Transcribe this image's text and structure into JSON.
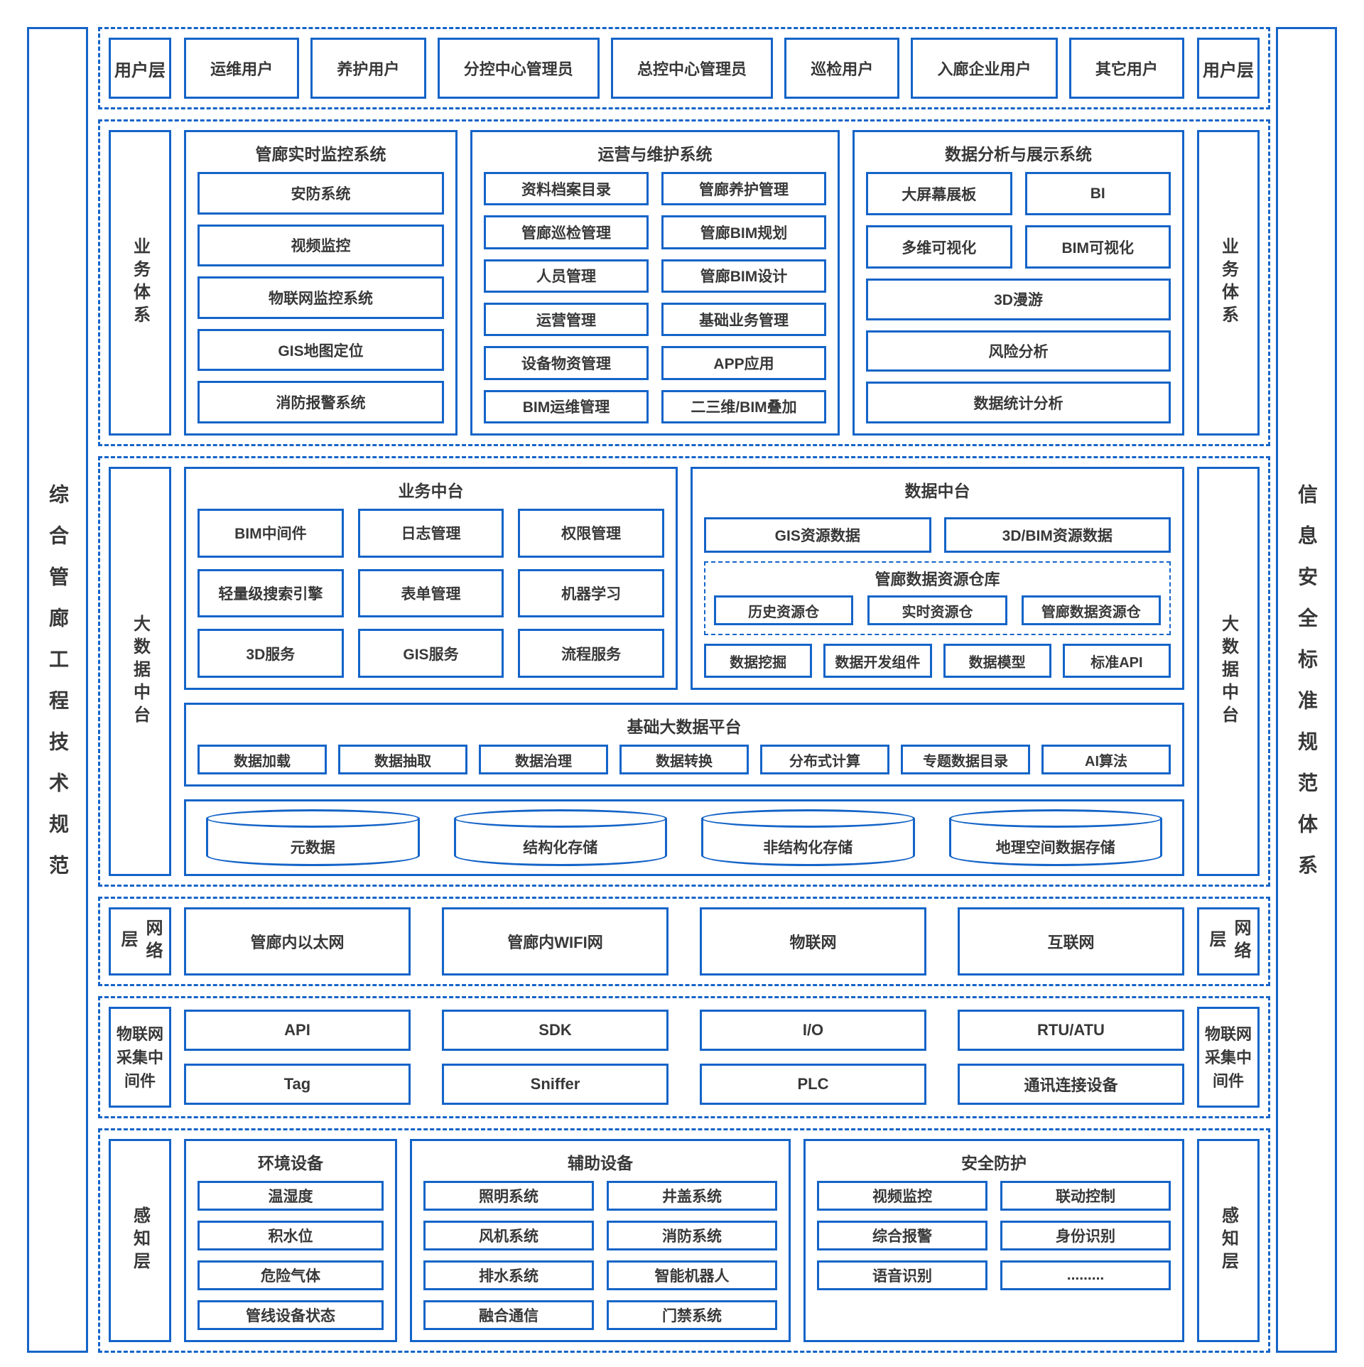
{
  "colors": {
    "accent": "#1464c8",
    "text": "#383838"
  },
  "left_bar": {
    "label": "综合管廊工程技术规范"
  },
  "right_bar": {
    "label": "信息安全标准规范体系"
  },
  "user_layer": {
    "label_left": "用户层",
    "label_right": "用户层",
    "items": [
      "运维用户",
      "养护用户",
      "分控中心管理员",
      "总控中心管理员",
      "巡检用户",
      "入廊企业用户",
      "其它用户"
    ]
  },
  "business_layer": {
    "label_left": "业务体系",
    "label_right": "业务体系",
    "monitor": {
      "title": "管廊实时监控系统",
      "items": [
        "安防系统",
        "视频监控",
        "物联网监控系统",
        "GIS地图定位",
        "消防报警系统"
      ]
    },
    "operation": {
      "title": "运营与维护系统",
      "items": [
        "资料档案目录",
        "管廊养护管理",
        "管廊巡检管理",
        "管廊BIM规划",
        "人员管理",
        "管廊BIM设计",
        "运营管理",
        "基础业务管理",
        "设备物资管理",
        "APP应用",
        "BIM运维管理",
        "二三维/BIM叠加"
      ]
    },
    "analysis": {
      "title": "数据分析与展示系统",
      "grid_items": [
        "大屏幕展板",
        "BI",
        "多维可视化",
        "BIM可视化"
      ],
      "full_items": [
        "3D漫游",
        "风险分析",
        "数据统计分析"
      ]
    }
  },
  "bigdata_layer": {
    "label_left": "大数据中台",
    "label_right": "大数据中台",
    "business_mid": {
      "title": "业务中台",
      "items": [
        "BIM中间件",
        "日志管理",
        "权限管理",
        "轻量级搜索引擎",
        "表单管理",
        "机器学习",
        "3D服务",
        "GIS服务",
        "流程服务"
      ]
    },
    "data_mid": {
      "title": "数据中台",
      "top_items": [
        "GIS资源数据",
        "3D/BIM资源数据"
      ],
      "warehouse": {
        "title": "管廊数据资源仓库",
        "items": [
          "历史资源仓",
          "实时资源仓",
          "管廊数据资源仓"
        ]
      },
      "bottom_items": [
        "数据挖掘",
        "数据开发组件",
        "数据模型",
        "标准API"
      ]
    },
    "platform": {
      "title": "基础大数据平台",
      "items": [
        "数据加载",
        "数据抽取",
        "数据治理",
        "数据转换",
        "分布式计算",
        "专题数据目录",
        "AI算法"
      ]
    },
    "storage": {
      "items": [
        "元数据",
        "结构化存储",
        "非结构化存储",
        "地理空间数据存储"
      ]
    }
  },
  "network_layer": {
    "label_left": "网络层",
    "label_right": "网络层",
    "items": [
      "管廊内以太网",
      "管廊内WIFI网",
      "物联网",
      "互联网"
    ]
  },
  "iot_layer": {
    "label_left": "物联网采集中间件",
    "label_right": "物联网采集中间件",
    "items": [
      "API",
      "SDK",
      "I/O",
      "RTU/ATU",
      "Tag",
      "Sniffer",
      "PLC",
      "通讯连接设备"
    ]
  },
  "perception_layer": {
    "label_left": "感知层",
    "label_right": "感知层",
    "env": {
      "title": "环境设备",
      "items": [
        "温湿度",
        "积水位",
        "危险气体",
        "管线设备状态"
      ]
    },
    "aux": {
      "title": "辅助设备",
      "items": [
        "照明系统",
        "井盖系统",
        "风机系统",
        "消防系统",
        "排水系统",
        "智能机器人",
        "融合通信",
        "门禁系统"
      ]
    },
    "security": {
      "title": "安全防护",
      "items": [
        "视频监控",
        "联动控制",
        "综合报警",
        "身份识别",
        "语音识别",
        "........."
      ]
    }
  }
}
